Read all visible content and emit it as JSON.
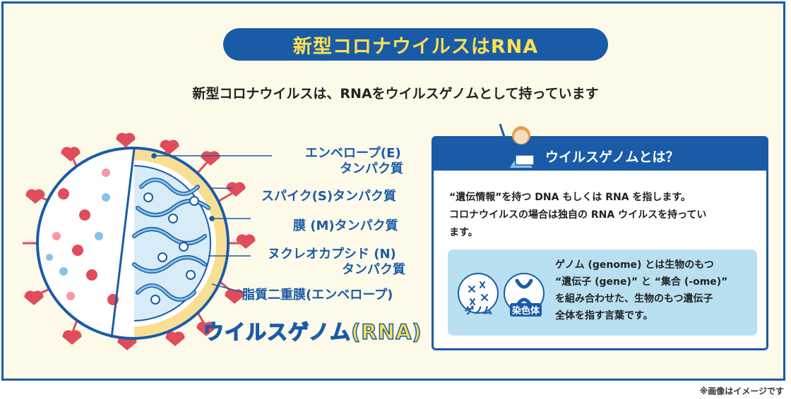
{
  "title": "新型コロナウイルスはRNA",
  "subtitle": "新型コロナウイルスは、RNAをウイルスゲノムとして持っています",
  "labels": {
    "envelope_protein_1": "エンベロープ(E)",
    "envelope_protein_2": "タンパク質",
    "spike": "スパイク(S)タンパク質",
    "membrane": "膜 (M)タンパク質",
    "nucleocapsid_1": "ヌクレオカプシド (N)",
    "nucleocapsid_2": "タンパク質",
    "lipid_bilayer": "脂質二重膜(エンベロープ)",
    "viral_genome": "ウイルスゲノム(RNA)"
  },
  "panel": {
    "heading": "ウイルスゲノムとは？",
    "body_line1": "“遺伝情報”を持つ DNA もしくは RNA を指します。",
    "body_line2": "コロナウイルスの場合は独自の RNA ウイルスを持ってい",
    "body_line3": "ます。",
    "icon_genome_label": "ゲノム",
    "icon_chromosome_label": "染色体",
    "sub_line1": "ゲノム (genome) とは生物のもつ",
    "sub_line2": "“遺伝子 (gene)” と “集合 (-ome)”",
    "sub_line3": "を組み合わせた、生物のもつ遺伝子",
    "sub_line4": "全体を指す言葉です。"
  },
  "footnote": "※画像はイメージです",
  "colors": {
    "brand_blue": "#1a5ba8",
    "title_yellow": "#ffe14d",
    "background_cream": "#fdfaea",
    "spike_red": "#e04c5a",
    "light_blue": "#b8e0f0"
  }
}
